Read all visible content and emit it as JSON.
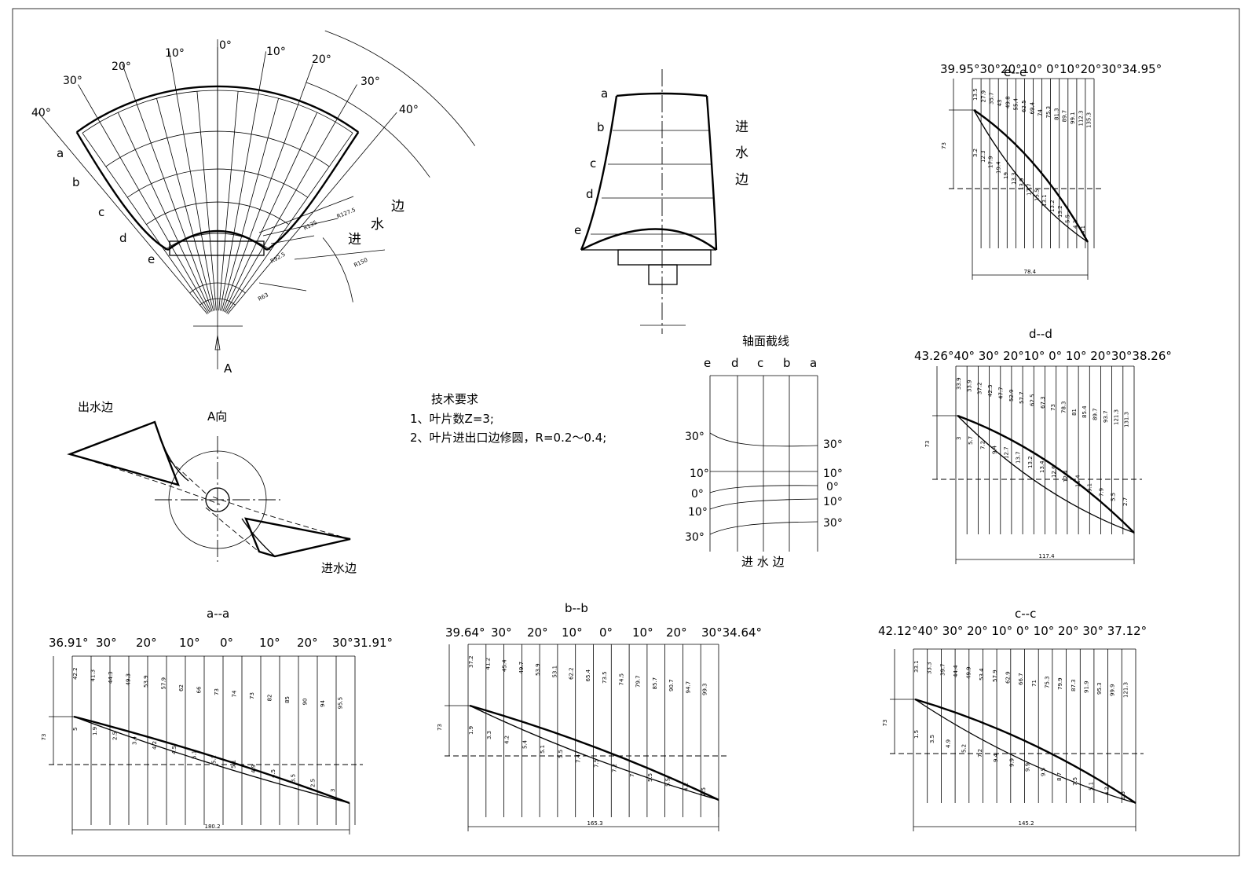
{
  "plan_view": {
    "angle_labels": [
      "40°",
      "30°",
      "20°",
      "10°",
      "0°",
      "10°",
      "20°",
      "30°",
      "40°"
    ],
    "section_letters": [
      "a",
      "b",
      "c",
      "d",
      "e"
    ],
    "inlet_chars": [
      "进",
      "水",
      "边"
    ],
    "radius_labels": [
      "R127.5",
      "R135",
      "R92.5",
      "R150",
      "R63"
    ],
    "view_arrow_label": "A"
  },
  "elevation": {
    "section_letters": [
      "a",
      "b",
      "c",
      "d",
      "e"
    ],
    "inlet_text": [
      "进",
      "水",
      "边"
    ]
  },
  "a_view": {
    "title": "A向",
    "outlet_label": "出水边",
    "inlet_label": "进水边"
  },
  "tech": {
    "title": "技术要求",
    "lines": [
      "1、叶片数Z=3;",
      "2、叶片进出口边修圆，R=0.2～0.4;"
    ]
  },
  "axial": {
    "title": "轴面截线",
    "letters": [
      "e",
      "d",
      "c",
      "b",
      "a"
    ],
    "left_degrees": [
      "30°",
      "10°",
      "0°",
      "10°",
      "30°"
    ],
    "right_degrees": [
      "30°",
      "10°",
      "0°",
      "10°",
      "30°"
    ],
    "bottom_label": "进 水 边"
  },
  "sections": {
    "ee": {
      "title": "e--e",
      "angles": "39.95°30°20°10° 0°10°20°30°34.95°",
      "height_label": "73",
      "width_label": "78.4",
      "top_values": [
        "13.5",
        "27.9",
        "35.7",
        "43",
        "49.8",
        "55.4",
        "62.5",
        "69.4",
        "74",
        "75.3",
        "81.3",
        "89.7",
        "99.1",
        "112.3",
        "135.3"
      ],
      "bottom_values": [
        "3.2",
        "12.3",
        "17.9",
        "19.4",
        "19",
        "13.3",
        "13.9",
        "17.7",
        "15.5",
        "13.1",
        "13.2",
        "13.2",
        "5.5",
        "4.2",
        "4.1"
      ]
    },
    "dd": {
      "title": "d--d",
      "angles": "43.26°40° 30° 20°10° 0° 10° 20°30°38.26°",
      "height_label": "73",
      "width_label": "117.4",
      "top_values": [
        "33.9",
        "33.9",
        "37.2",
        "42.5",
        "47.7",
        "52.9",
        "57.7",
        "62.5",
        "67.3",
        "73",
        "78.3",
        "81",
        "85.4",
        "89.7",
        "93.7",
        "121.3",
        "131.3"
      ],
      "bottom_values": [
        "3",
        "5.7",
        "7.2",
        "9.4",
        "12.7",
        "13.7",
        "13.2",
        "13.4",
        "12.6",
        "12.4",
        "11.4",
        "9.1",
        "7.9",
        "5.5",
        "2.7"
      ]
    },
    "cc": {
      "title": "c--c",
      "angles": "42.12°40° 30° 20° 10° 0° 10° 20° 30° 37.12°",
      "height_label": "73",
      "width_label": "145.2",
      "top_values": [
        "33.1",
        "33.3",
        "39.7",
        "44.4",
        "49.9",
        "53.4",
        "57.9",
        "62.9",
        "66.7",
        "71",
        "75.3",
        "79.9",
        "87.3",
        "91.9",
        "95.3",
        "99.9",
        "121.3"
      ],
      "bottom_values": [
        "1.5",
        "3.5",
        "4.9",
        "5.2",
        "7.2",
        "9.4",
        "9.9",
        "9.9",
        "9.5",
        "8.7",
        "7.5",
        "5.1",
        "4.2",
        "1.5"
      ]
    },
    "aa": {
      "title": "a--a",
      "angles": [
        "36.91°",
        "30°",
        "20°",
        "10°",
        "0°",
        "10°",
        "20°",
        "30°31.91°"
      ],
      "height_label": "73",
      "width_label": "180.2",
      "top_values": [
        "42.2",
        "41.3",
        "44.3",
        "49.3",
        "53.9",
        "57.9",
        "62",
        "66",
        "73",
        "74",
        "73",
        "82",
        "85",
        "90",
        "94",
        "95.5"
      ],
      "bottom_values": [
        "5",
        "1.9",
        "2.5",
        "3.4",
        "4.2",
        "4.5",
        "5.1",
        "5.2",
        "5.1",
        "4.9",
        "4.5",
        "3.5",
        "2.5",
        "3"
      ]
    },
    "bb": {
      "title": "b--b",
      "angles": [
        "39.64°",
        "30°",
        "20°",
        "10°",
        "0°",
        "10°",
        "20°",
        "30°34.64°"
      ],
      "height_label": "73",
      "width_label": "165.3",
      "top_values": [
        "37.2",
        "41.2",
        "45.4",
        "49.7",
        "53.9",
        "53.1",
        "62.2",
        "65.4",
        "73.5",
        "74.5",
        "79.7",
        "85.7",
        "90.7",
        "94.7",
        "99.3"
      ],
      "bottom_values": [
        "1.9",
        "3.3",
        "4.2",
        "5.4",
        "5.1",
        "5.5",
        "7.4",
        "7.5",
        "7.2",
        "7",
        "5.5",
        "5.5",
        "4.2",
        "2.5"
      ]
    }
  }
}
